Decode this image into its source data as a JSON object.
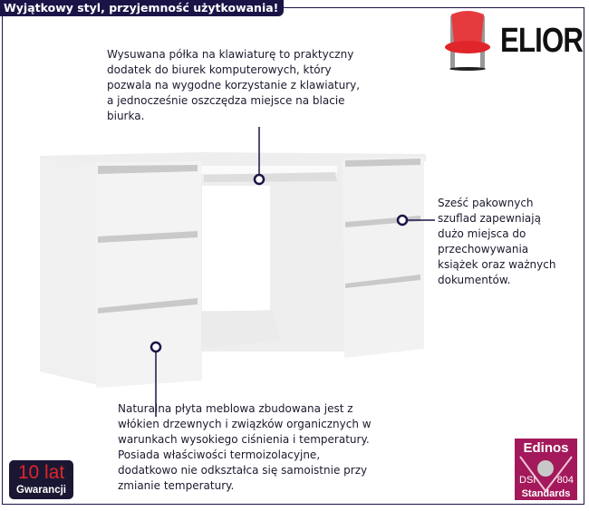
{
  "header": {
    "title": "Wyjątkowy styl, przyjemność użytkowania!"
  },
  "brand": {
    "name": "ELIOR",
    "icon": "chair-icon",
    "accent": "#e0252b"
  },
  "callouts": [
    {
      "lines": [
        "Wysuwana półka na klawiaturę to praktyczny",
        "dodatek do biurek komputerowych, który",
        "pozwala na wygodne korzystanie z klawiatury,",
        "a jednocześnie oszczędza miejsce na blacie",
        "biurka."
      ]
    },
    {
      "lines": [
        "Sześć pakownych",
        "szuflad zapewniają",
        "dużo miejsca do",
        "przechowywania",
        "książek oraz ważnych",
        "dokumentów."
      ]
    },
    {
      "lines": [
        "Naturalna płyta meblowa zbudowana jest z",
        "włókien drzewnych i związków organicznych w",
        "warunkach wysokiego ciśnienia i temperatury.",
        "Posiada właściwości termoizolacyjne,",
        "dodatkowo nie odkształca się samoistnie przy",
        "zmianie temperatury."
      ]
    }
  ],
  "warranty": {
    "years": "10 lat",
    "label": "Gwarancji"
  },
  "certificate": {
    "brand": "Edinos",
    "left": "DSI",
    "right": "804",
    "label": "Standards",
    "color": "#a3195b"
  },
  "colors": {
    "navy": "#1a1446"
  }
}
